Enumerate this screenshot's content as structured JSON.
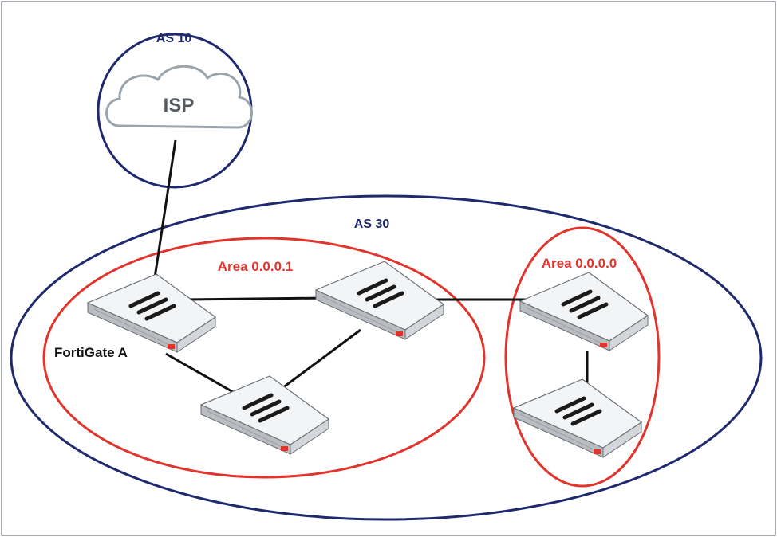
{
  "labels": {
    "as10": "AS 10",
    "isp": "ISP",
    "as30": "AS 30",
    "area1": "Area 0.0.0.1",
    "area0": "Area 0.0.0.0",
    "fortigate_a": "FortiGate A"
  },
  "colors": {
    "as_boundary": "#1f2a6e",
    "area_boundary": "#e0342c",
    "as_text": "#1f2a6e",
    "area_text": "#e0342c",
    "link": "#111111",
    "cloud_stroke": "#9aa4ad",
    "device_top": "#f3f4f5",
    "device_side": "#c9ccd0",
    "device_grille": "#1a1a1a",
    "device_led": "#e0342c"
  },
  "icons": {
    "cloud": "cloud-icon",
    "device": "firewall-device-icon"
  }
}
